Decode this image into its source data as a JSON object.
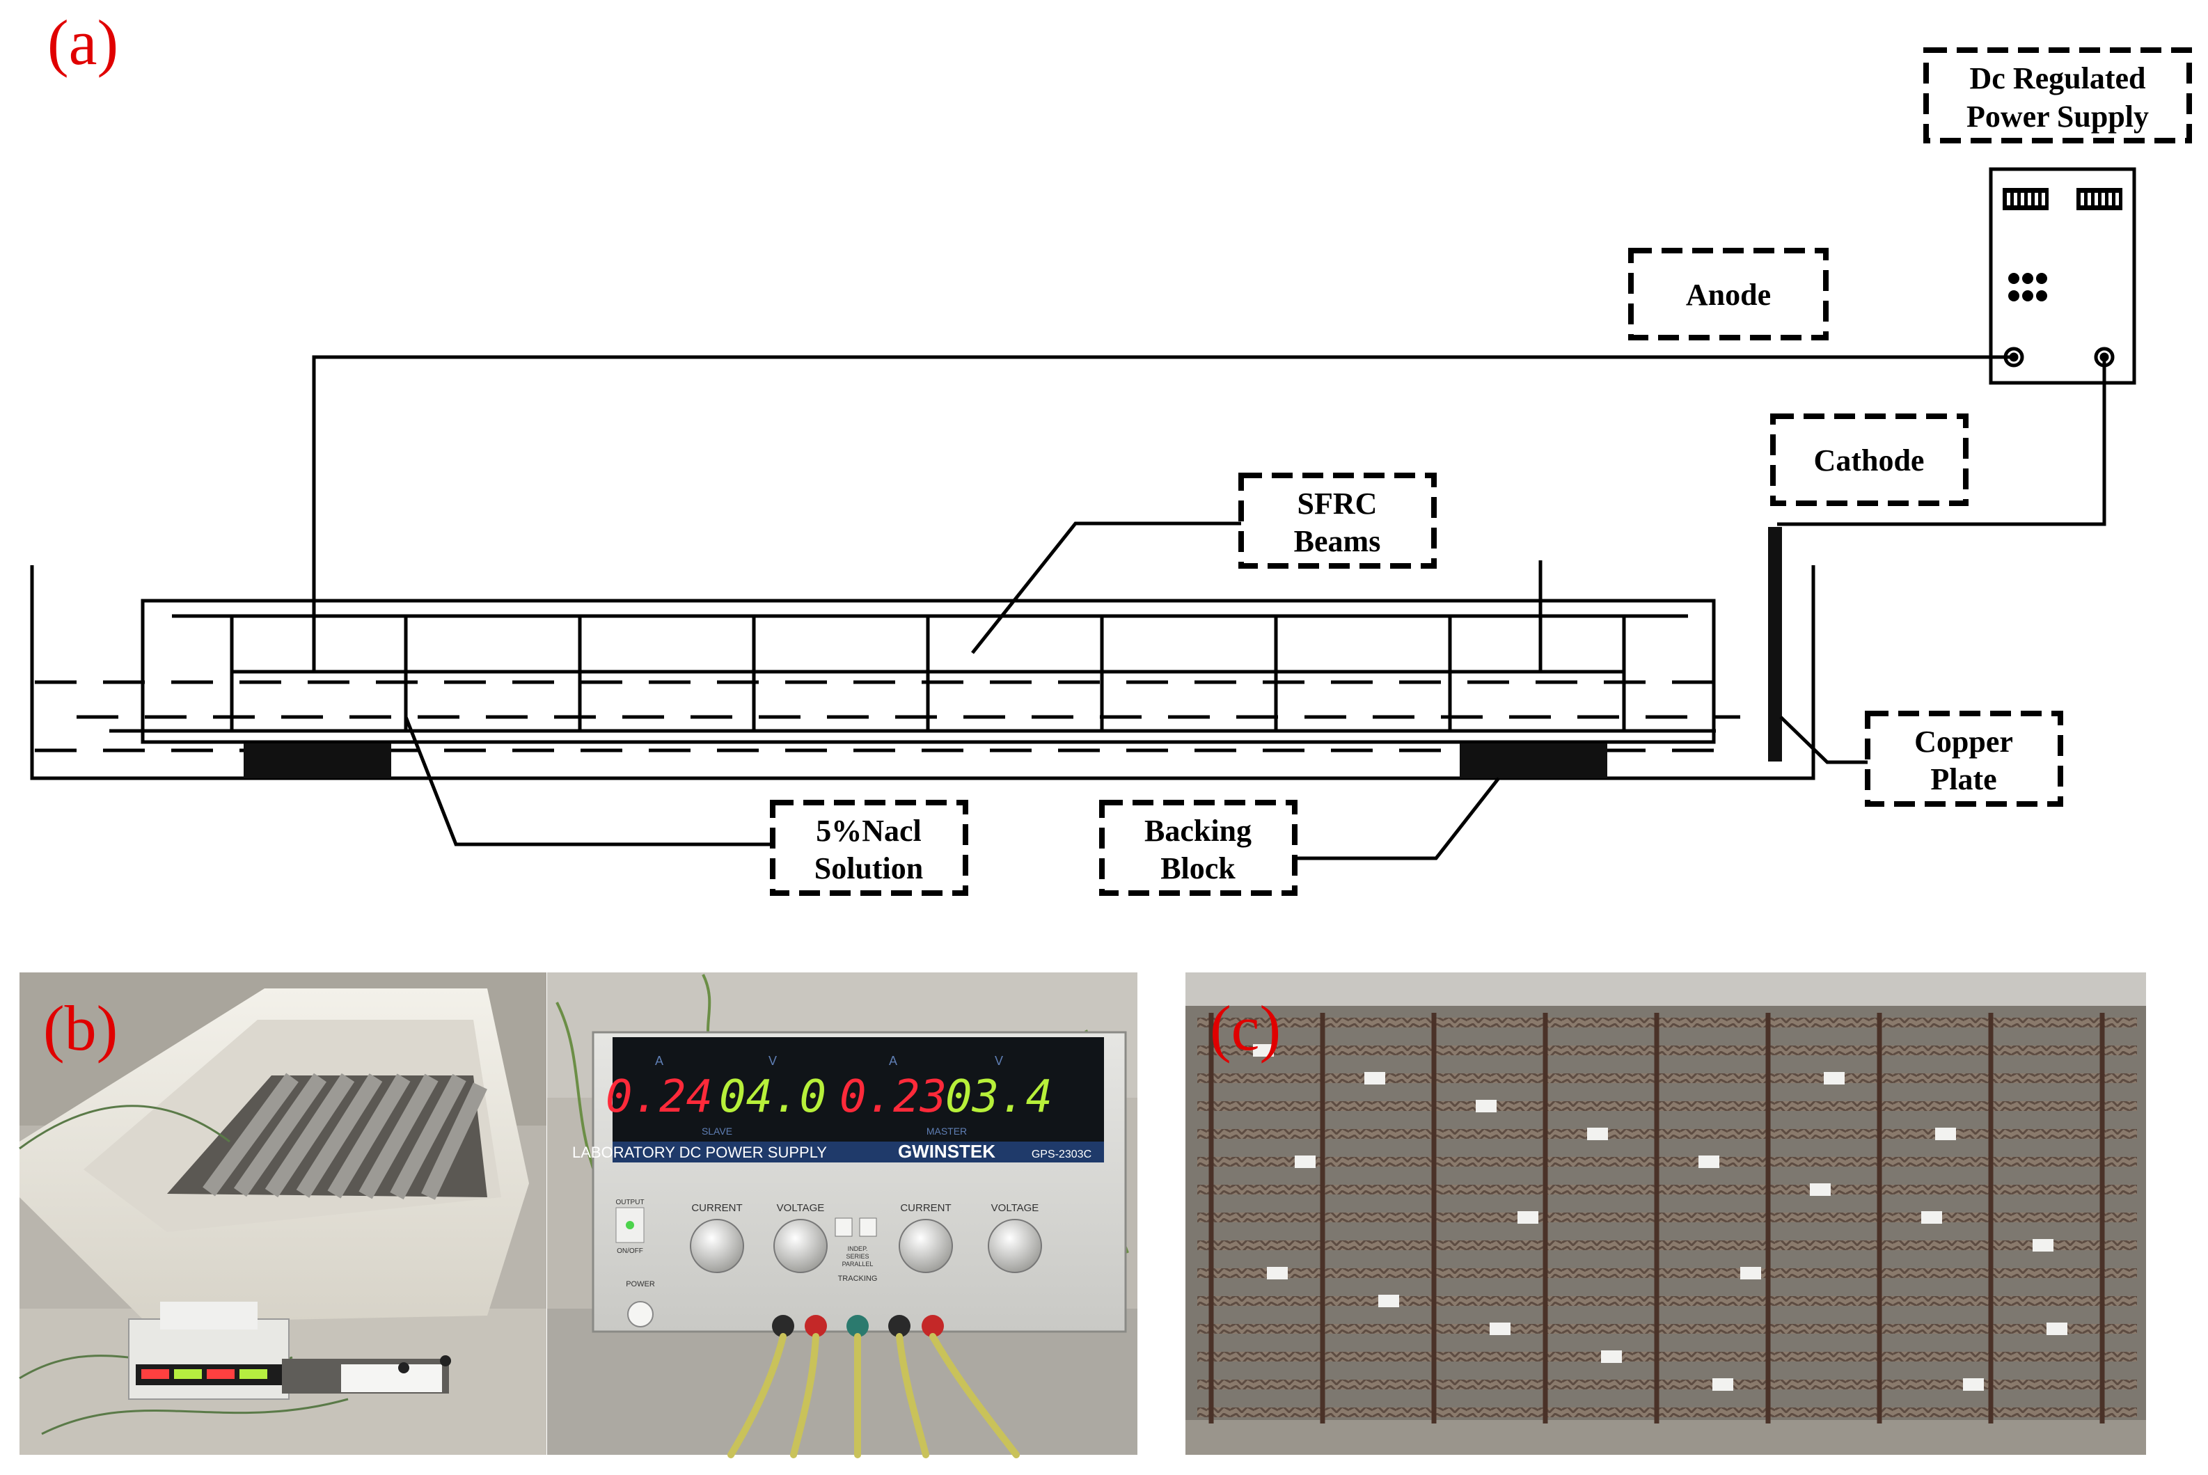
{
  "panels": {
    "a": "(a)",
    "b": "(b)",
    "c": "(c)"
  },
  "diagram": {
    "labels": {
      "power_supply": [
        "Dc Regulated",
        "Power Supply"
      ],
      "anode": "Anode",
      "cathode": "Cathode",
      "sfrc": [
        "SFRC",
        "Beams"
      ],
      "copper": [
        "Copper",
        "Plate"
      ],
      "nacl": [
        "5%Nacl",
        "Solution"
      ],
      "backing": [
        "Backing",
        "Block"
      ]
    }
  },
  "photo_b": {
    "brand": "LABORATORY DC POWER SUPPLY",
    "maker": "GWINSTEK",
    "model": "GPS-2303C",
    "readouts": [
      "0.24",
      "04.0",
      "0.23",
      "03.4"
    ],
    "readout_units": [
      "A",
      "V",
      "A",
      "V"
    ],
    "knob_labels": [
      "CURRENT",
      "VOLTAGE",
      "CURRENT",
      "VOLTAGE"
    ],
    "channel_labels": [
      "SLAVE",
      "MASTER"
    ],
    "tracking": [
      "INDEP.",
      "SERIES",
      "PARALLEL",
      "TRACKING"
    ],
    "buttons": [
      "OUTPUT",
      "ON/OFF",
      "POWER"
    ]
  },
  "colors": {
    "panel_label": "#e00000",
    "readout_current": "#ff2a3a",
    "readout_voltage": "#b7f03a",
    "diagram_stroke": "#000000"
  }
}
